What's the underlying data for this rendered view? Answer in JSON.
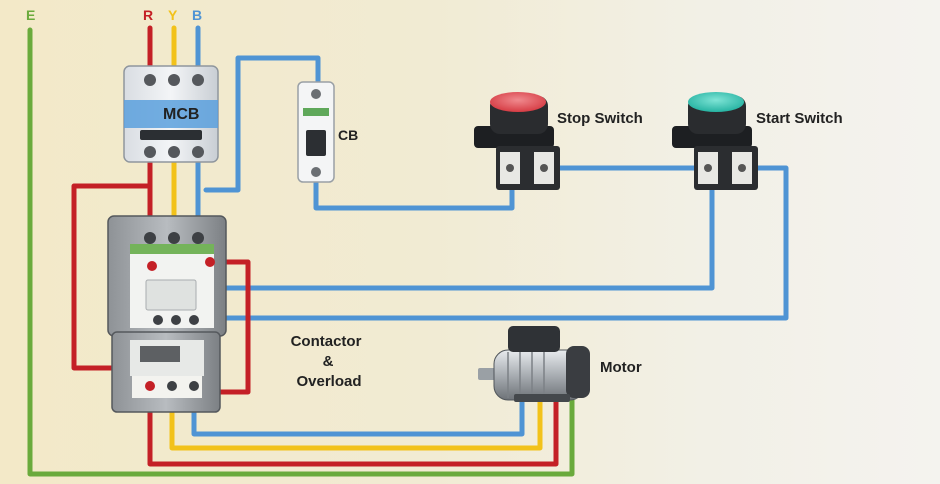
{
  "phases": {
    "earth": "E",
    "red": "R",
    "yellow": "Y",
    "blue": "B"
  },
  "labels": {
    "mcb": "MCB",
    "cb": "CB",
    "stop_switch": "Stop Switch",
    "start_switch": "Start Switch",
    "contactor_line1": "Contactor",
    "contactor_line2": "&",
    "contactor_line3": "Overload",
    "motor": "Motor"
  },
  "colors": {
    "earth": "#6aaa3c",
    "red": "#c42026",
    "yellow": "#f2c21a",
    "blue": "#4f94d4",
    "stop_button": "#e4545a",
    "start_button": "#3cc9b6"
  }
}
